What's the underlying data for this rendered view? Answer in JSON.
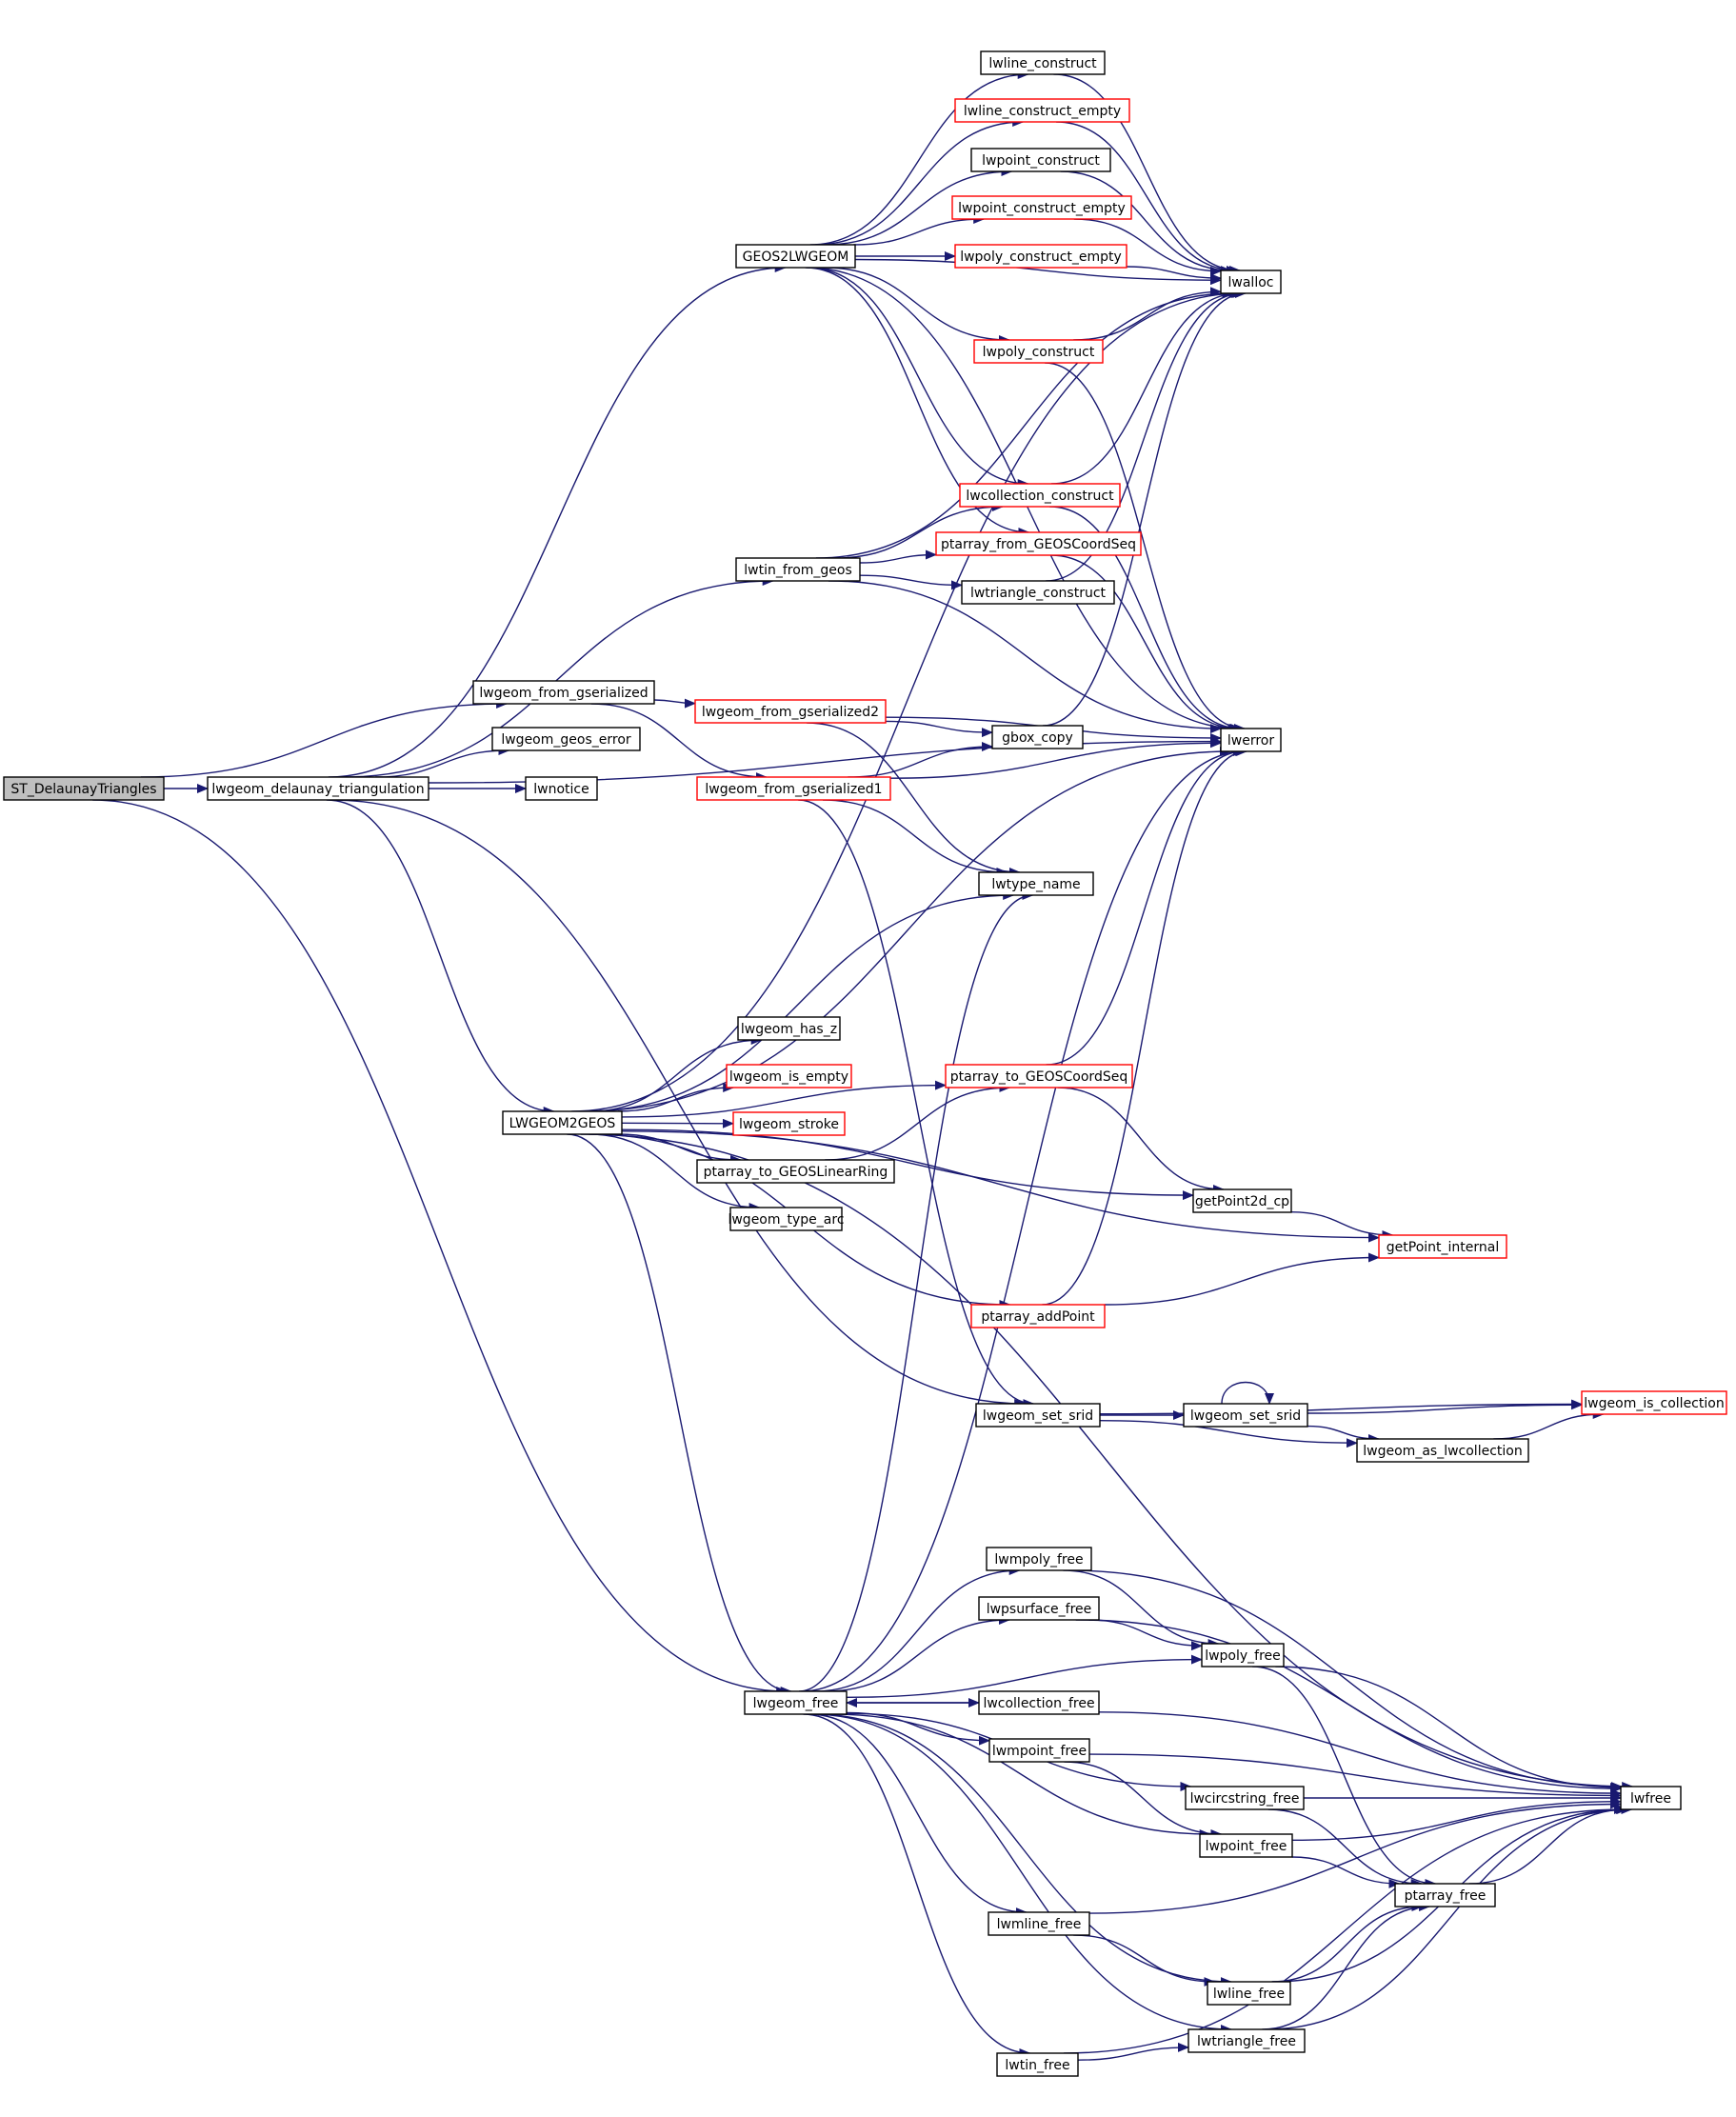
{
  "colors": {
    "edge": "#191970",
    "node_border": "#000000",
    "node_border_incomplete": "#ff0000",
    "root_fill": "#bfbfbf",
    "node_fill": "#ffffff"
  },
  "nodes": [
    {
      "id": "st",
      "label": "ST_DelaunayTriangles",
      "style": "root"
    },
    {
      "id": "ldt",
      "label": "lwgeom_delaunay_triangulation",
      "style": "normal"
    },
    {
      "id": "lfg",
      "label": "lwgeom_from_gserialized",
      "style": "normal"
    },
    {
      "id": "lgeoserr",
      "label": "lwgeom_geos_error",
      "style": "normal"
    },
    {
      "id": "lwnotice",
      "label": "lwnotice",
      "style": "normal"
    },
    {
      "id": "g2l",
      "label": "GEOS2LWGEOM",
      "style": "normal"
    },
    {
      "id": "ltfg",
      "label": "lwtin_from_geos",
      "style": "normal"
    },
    {
      "id": "l2g",
      "label": "LWGEOM2GEOS",
      "style": "normal"
    },
    {
      "id": "lfree_geom",
      "label": "lwgeom_free",
      "style": "normal"
    },
    {
      "id": "llc",
      "label": "lwline_construct",
      "style": "normal"
    },
    {
      "id": "llce",
      "label": "lwline_construct_empty",
      "style": "incomplete"
    },
    {
      "id": "lpc",
      "label": "lwpoint_construct",
      "style": "normal"
    },
    {
      "id": "lpce",
      "label": "lwpoint_construct_empty",
      "style": "incomplete"
    },
    {
      "id": "lpolyce",
      "label": "lwpoly_construct_empty",
      "style": "incomplete"
    },
    {
      "id": "lpolyc",
      "label": "lwpoly_construct",
      "style": "incomplete"
    },
    {
      "id": "lcc",
      "label": "lwcollection_construct",
      "style": "incomplete"
    },
    {
      "id": "pfgcs",
      "label": "ptarray_from_GEOSCoordSeq",
      "style": "incomplete"
    },
    {
      "id": "ltc",
      "label": "lwtriangle_construct",
      "style": "normal"
    },
    {
      "id": "lfg2",
      "label": "lwgeom_from_gserialized2",
      "style": "incomplete"
    },
    {
      "id": "lfg1",
      "label": "lwgeom_from_gserialized1",
      "style": "incomplete"
    },
    {
      "id": "gbox",
      "label": "gbox_copy",
      "style": "normal"
    },
    {
      "id": "ltn",
      "label": "lwtype_name",
      "style": "normal"
    },
    {
      "id": "lhz",
      "label": "lwgeom_has_z",
      "style": "normal"
    },
    {
      "id": "lie",
      "label": "lwgeom_is_empty",
      "style": "incomplete"
    },
    {
      "id": "lstroke",
      "label": "lwgeom_stroke",
      "style": "incomplete"
    },
    {
      "id": "ptglr",
      "label": "ptarray_to_GEOSLinearRing",
      "style": "normal"
    },
    {
      "id": "lta",
      "label": "lwgeom_type_arc",
      "style": "normal"
    },
    {
      "id": "ptgcs",
      "label": "ptarray_to_GEOSCoordSeq",
      "style": "incomplete"
    },
    {
      "id": "gp2d",
      "label": "getPoint2d_cp",
      "style": "normal"
    },
    {
      "id": "gpi",
      "label": "getPoint_internal",
      "style": "incomplete"
    },
    {
      "id": "pap",
      "label": "ptarray_addPoint",
      "style": "incomplete"
    },
    {
      "id": "lss1",
      "label": "lwgeom_set_srid",
      "style": "normal"
    },
    {
      "id": "lss2",
      "label": "lwgeom_set_srid",
      "style": "normal"
    },
    {
      "id": "lic",
      "label": "lwgeom_is_collection",
      "style": "incomplete"
    },
    {
      "id": "lalc",
      "label": "lwgeom_as_lwcollection",
      "style": "normal"
    },
    {
      "id": "lwalloc",
      "label": "lwalloc",
      "style": "normal"
    },
    {
      "id": "lwerror",
      "label": "lwerror",
      "style": "normal"
    },
    {
      "id": "lmpf",
      "label": "lwmpoly_free",
      "style": "normal"
    },
    {
      "id": "lpsf",
      "label": "lwpsurface_free",
      "style": "normal"
    },
    {
      "id": "lpf",
      "label": "lwpoly_free",
      "style": "normal"
    },
    {
      "id": "lcolf",
      "label": "lwcollection_free",
      "style": "normal"
    },
    {
      "id": "lmptf",
      "label": "lwmpoint_free",
      "style": "normal"
    },
    {
      "id": "lccf",
      "label": "lwcircstring_free",
      "style": "normal"
    },
    {
      "id": "lptf",
      "label": "lwpoint_free",
      "style": "normal"
    },
    {
      "id": "paf",
      "label": "ptarray_free",
      "style": "normal"
    },
    {
      "id": "lmlf",
      "label": "lwmline_free",
      "style": "normal"
    },
    {
      "id": "llf",
      "label": "lwline_free",
      "style": "normal"
    },
    {
      "id": "ltrif",
      "label": "lwtriangle_free",
      "style": "normal"
    },
    {
      "id": "ltinf",
      "label": "lwtin_free",
      "style": "normal"
    },
    {
      "id": "lwfree",
      "label": "lwfree",
      "style": "normal"
    }
  ],
  "edges": [
    [
      "st",
      "ldt"
    ],
    [
      "st",
      "lfg"
    ],
    [
      "st",
      "lfree_geom"
    ],
    [
      "ldt",
      "g2l"
    ],
    [
      "ldt",
      "ltfg"
    ],
    [
      "ldt",
      "lgeoserr"
    ],
    [
      "ldt",
      "lwnotice"
    ],
    [
      "ldt",
      "lwerror"
    ],
    [
      "ldt",
      "l2g"
    ],
    [
      "ldt",
      "lss1"
    ],
    [
      "lfg",
      "lfg2"
    ],
    [
      "lfg",
      "lfg1"
    ],
    [
      "g2l",
      "llc"
    ],
    [
      "g2l",
      "llce"
    ],
    [
      "g2l",
      "lpc"
    ],
    [
      "g2l",
      "lpce"
    ],
    [
      "g2l",
      "lpolyce"
    ],
    [
      "g2l",
      "lwalloc"
    ],
    [
      "g2l",
      "lpolyc"
    ],
    [
      "g2l",
      "lcc"
    ],
    [
      "g2l",
      "pfgcs"
    ],
    [
      "g2l",
      "lwerror"
    ],
    [
      "ltfg",
      "lwalloc"
    ],
    [
      "ltfg",
      "lcc"
    ],
    [
      "ltfg",
      "pfgcs"
    ],
    [
      "ltfg",
      "ltc"
    ],
    [
      "ltfg",
      "lwerror"
    ],
    [
      "llc",
      "lwalloc"
    ],
    [
      "llce",
      "lwalloc"
    ],
    [
      "lpc",
      "lwalloc"
    ],
    [
      "lpce",
      "lwalloc"
    ],
    [
      "lpolyce",
      "lwalloc"
    ],
    [
      "lpolyc",
      "lwalloc"
    ],
    [
      "lpolyc",
      "lwerror"
    ],
    [
      "lcc",
      "lwalloc"
    ],
    [
      "lcc",
      "lwerror"
    ],
    [
      "pfgcs",
      "lwerror"
    ],
    [
      "ltc",
      "lwalloc"
    ],
    [
      "lfg2",
      "gbox"
    ],
    [
      "lfg2",
      "lwerror"
    ],
    [
      "lfg2",
      "ltn"
    ],
    [
      "lfg1",
      "gbox"
    ],
    [
      "lfg1",
      "lwerror"
    ],
    [
      "lfg1",
      "ltn"
    ],
    [
      "lfg1",
      "lss1"
    ],
    [
      "gbox",
      "lwalloc"
    ],
    [
      "l2g",
      "lwalloc"
    ],
    [
      "l2g",
      "ltn"
    ],
    [
      "l2g",
      "lwerror"
    ],
    [
      "l2g",
      "ptgcs"
    ],
    [
      "l2g",
      "lhz"
    ],
    [
      "l2g",
      "lie"
    ],
    [
      "l2g",
      "lstroke"
    ],
    [
      "l2g",
      "ptglr"
    ],
    [
      "l2g",
      "lta"
    ],
    [
      "l2g",
      "gp2d"
    ],
    [
      "l2g",
      "pap"
    ],
    [
      "l2g",
      "gpi"
    ],
    [
      "l2g",
      "lfree_geom"
    ],
    [
      "l2g",
      "lwfree"
    ],
    [
      "ptglr",
      "ptgcs"
    ],
    [
      "ptgcs",
      "lwerror"
    ],
    [
      "ptgcs",
      "gp2d"
    ],
    [
      "gp2d",
      "gpi"
    ],
    [
      "pap",
      "gpi"
    ],
    [
      "pap",
      "lwerror"
    ],
    [
      "lss1",
      "lss2"
    ],
    [
      "lss1",
      "lic"
    ],
    [
      "lss1",
      "lalc"
    ],
    [
      "lss2",
      "lss2"
    ],
    [
      "lss2",
      "lic"
    ],
    [
      "lss2",
      "lalc"
    ],
    [
      "lalc",
      "lic"
    ],
    [
      "lfree_geom",
      "ltn"
    ],
    [
      "lfree_geom",
      "lwerror"
    ],
    [
      "lfree_geom",
      "lmpf"
    ],
    [
      "lfree_geom",
      "lpsf"
    ],
    [
      "lfree_geom",
      "lpf"
    ],
    [
      "lfree_geom",
      "lcolf"
    ],
    [
      "lfree_geom",
      "lmptf"
    ],
    [
      "lfree_geom",
      "lccf"
    ],
    [
      "lfree_geom",
      "lptf"
    ],
    [
      "lfree_geom",
      "lmlf"
    ],
    [
      "lfree_geom",
      "llf"
    ],
    [
      "lfree_geom",
      "ltrif"
    ],
    [
      "lfree_geom",
      "ltinf"
    ],
    [
      "lmpf",
      "lpf"
    ],
    [
      "lmpf",
      "lwfree"
    ],
    [
      "lpsf",
      "lpf"
    ],
    [
      "lpsf",
      "lwfree"
    ],
    [
      "lpf",
      "paf"
    ],
    [
      "lpf",
      "lwfree"
    ],
    [
      "lcolf",
      "lfree_geom"
    ],
    [
      "lcolf",
      "lwfree"
    ],
    [
      "lmptf",
      "lptf"
    ],
    [
      "lmptf",
      "lwfree"
    ],
    [
      "lccf",
      "paf"
    ],
    [
      "lccf",
      "lwfree"
    ],
    [
      "lptf",
      "paf"
    ],
    [
      "lptf",
      "lwfree"
    ],
    [
      "lmlf",
      "llf"
    ],
    [
      "lmlf",
      "lwfree"
    ],
    [
      "llf",
      "paf"
    ],
    [
      "llf",
      "lwfree"
    ],
    [
      "ltrif",
      "paf"
    ],
    [
      "ltrif",
      "lwfree"
    ],
    [
      "ltinf",
      "ltrif"
    ],
    [
      "ltinf",
      "lwfree"
    ],
    [
      "paf",
      "lwfree"
    ]
  ]
}
